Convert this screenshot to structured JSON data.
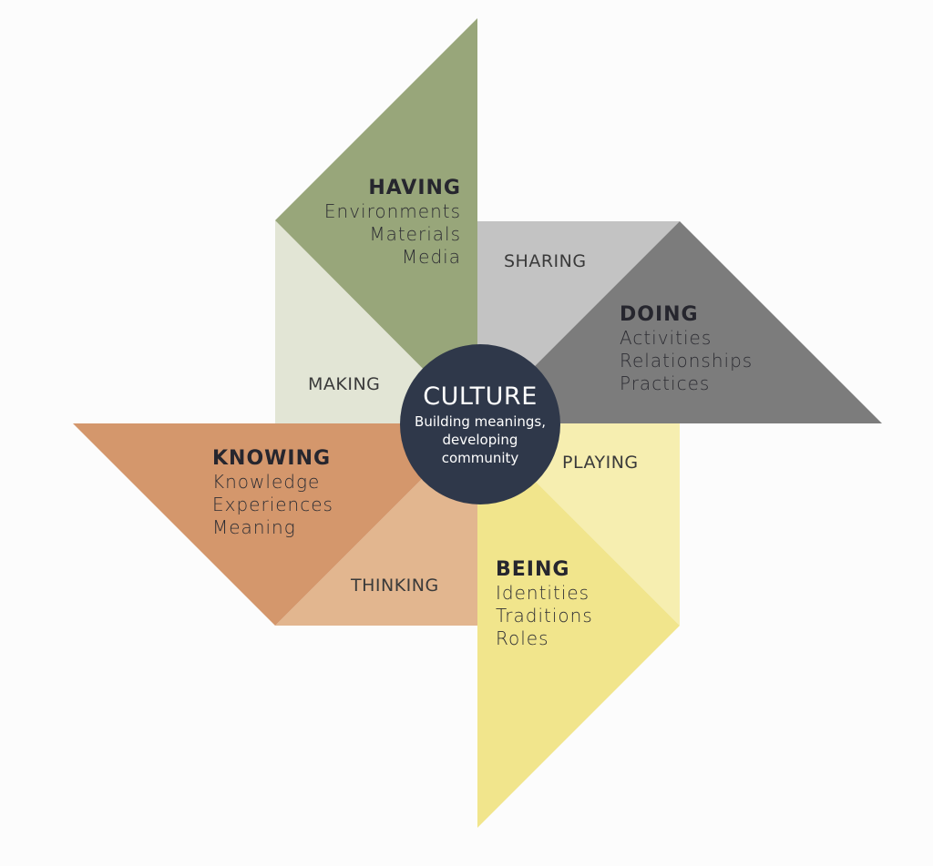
{
  "center": {
    "title": "CULTURE",
    "subtitle_lines": [
      "Building meanings,",
      "developing",
      "community"
    ]
  },
  "quadrants": {
    "having": {
      "title": "HAVING",
      "items": [
        "Environments",
        "Materials",
        "Media"
      ],
      "verb": "MAKING"
    },
    "doing": {
      "title": "DOING",
      "items": [
        "Activities",
        "Relationships",
        "Practices"
      ],
      "verb": "SHARING"
    },
    "being": {
      "title": "BEING",
      "items": [
        "Identities",
        "Traditions",
        "Roles"
      ],
      "verb": "PLAYING"
    },
    "knowing": {
      "title": "KNOWING",
      "items": [
        "Knowledge",
        "Experiences",
        "Meaning"
      ],
      "verb": "THINKING"
    }
  },
  "colors": {
    "having_dark": "#98a67a",
    "having_light": "#e2e5d5",
    "doing_dark": "#7c7c7c",
    "doing_light": "#c3c3c3",
    "being_dark": "#f1e58c",
    "being_light": "#f6eeb0",
    "knowing_dark": "#d4976c",
    "knowing_light": "#e2b68f",
    "center": "#2f384a"
  }
}
